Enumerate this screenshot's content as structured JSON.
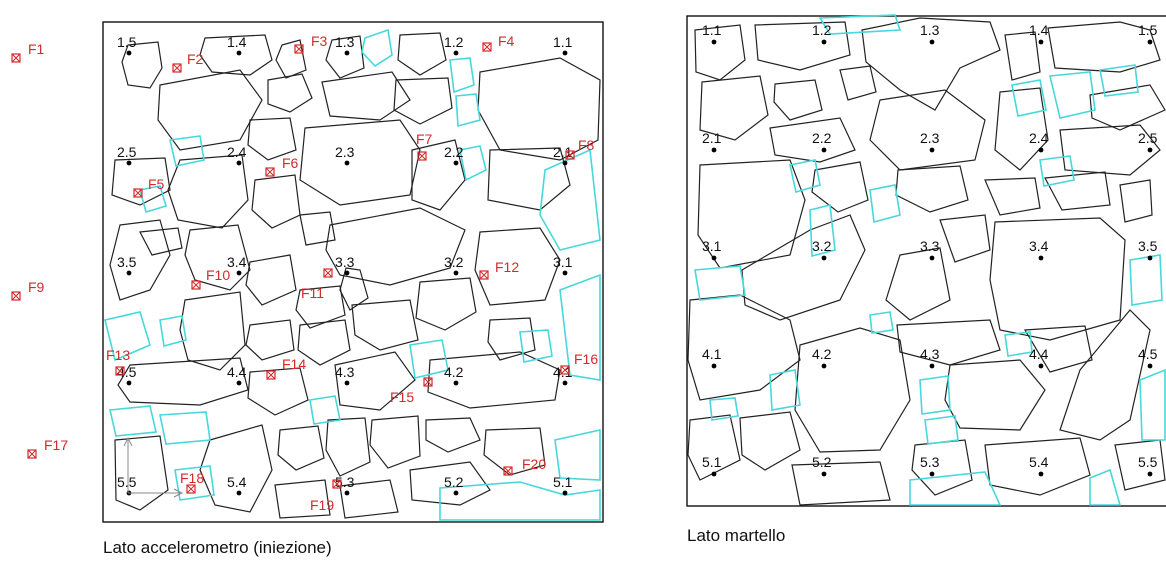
{
  "colors": {
    "stone_outline": "#222222",
    "grout_outline": "#46d8dc",
    "marker": "#d42a2a",
    "point": "#000000"
  },
  "panels": [
    {
      "caption": "Lato accelerometro (iniezione)",
      "points": [
        "1.5",
        "1.4",
        "1.3",
        "1.2",
        "1.1",
        "2.5",
        "2.4",
        "2.3",
        "2.2",
        "2.1",
        "3.5",
        "3.4",
        "3.3",
        "3.2",
        "3.1",
        "4.5",
        "4.4",
        "4.3",
        "4.2",
        "4.1",
        "5.5",
        "5.4",
        "5.3",
        "5.2",
        "5.1"
      ],
      "markers": [
        "F1",
        "F2",
        "F3",
        "F4",
        "F5",
        "F6",
        "F7",
        "F8",
        "F9",
        "F10",
        "F11",
        "F12",
        "F13",
        "F14",
        "F15",
        "F16",
        "F17",
        "F18",
        "F19",
        "F20"
      ]
    },
    {
      "caption": "Lato martello",
      "points": [
        "1.1",
        "1.2",
        "1.3",
        "1.4",
        "1.5",
        "2.1",
        "2.2",
        "2.3",
        "2.4",
        "2.5",
        "3.1",
        "3.2",
        "3.3",
        "3.4",
        "3.5",
        "4.1",
        "4.2",
        "4.3",
        "4.4",
        "4.5",
        "5.1",
        "5.2",
        "5.3",
        "5.4",
        "5.5"
      ]
    }
  ]
}
